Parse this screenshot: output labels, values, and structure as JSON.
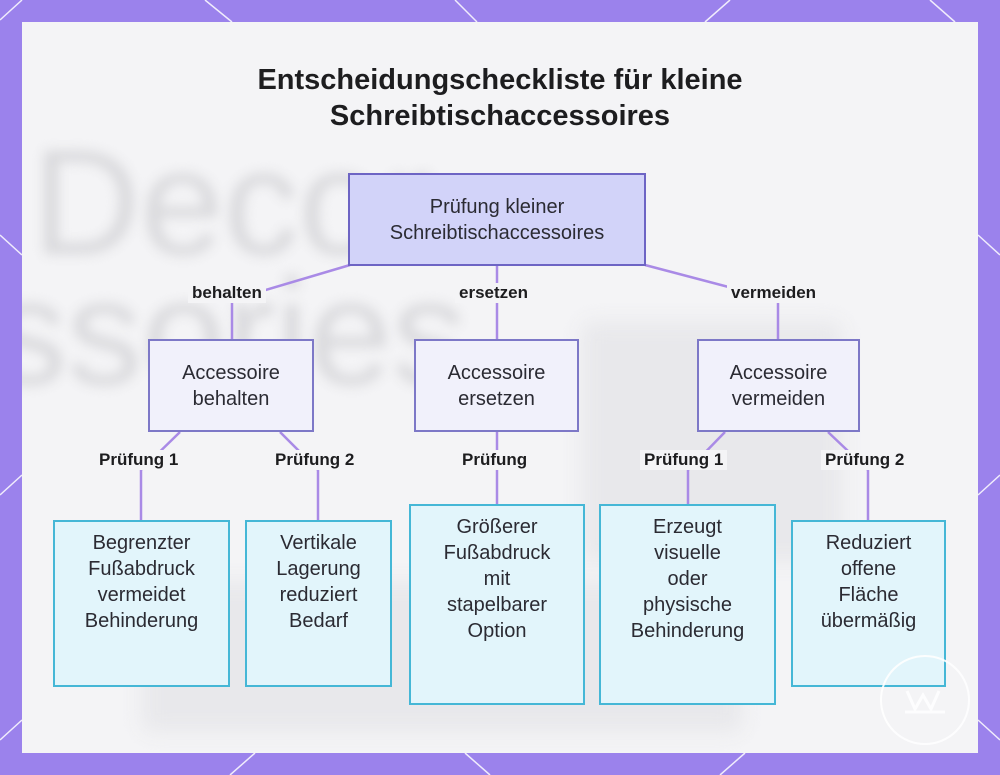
{
  "title_line1": "Entscheidungscheckliste für kleine",
  "title_line2": "Schreibtischaccessoires",
  "root": {
    "line1": "Prüfung kleiner",
    "line2": "Schreibtischaccessoires"
  },
  "branches": [
    {
      "edge_label": "behalten",
      "node": {
        "line1": "Accessoire",
        "line2": "behalten"
      },
      "children": [
        {
          "edge_label": "Prüfung 1",
          "lines": [
            "Begrenzter",
            "Fußabdruck",
            "vermeidet",
            "Behinderung"
          ]
        },
        {
          "edge_label": "Prüfung 2",
          "lines": [
            "Vertikale",
            "Lagerung",
            "reduziert",
            "Bedarf"
          ]
        }
      ]
    },
    {
      "edge_label": "ersetzen",
      "node": {
        "line1": "Accessoire",
        "line2": "ersetzen"
      },
      "children": [
        {
          "edge_label": "Prüfung",
          "lines": [
            "Größerer",
            "Fußabdruck",
            "mit",
            "stapelbarer",
            "Option"
          ]
        }
      ]
    },
    {
      "edge_label": "vermeiden",
      "node": {
        "line1": "Accessoire",
        "line2": "vermeiden"
      },
      "children": [
        {
          "edge_label": "Prüfung 1",
          "lines": [
            "Erzeugt",
            "visuelle",
            "oder",
            "physische",
            "Behinderung"
          ]
        },
        {
          "edge_label": "Prüfung 2",
          "lines": [
            "Reduziert",
            "offene",
            "Fläche",
            "übermäßig"
          ]
        }
      ]
    }
  ],
  "background_text": [
    "Decor",
    "ssories"
  ],
  "colors": {
    "frame": "#9b82ec",
    "root_fill": "#d2d3f9",
    "connector": "#a98ae6",
    "leaf_border": "#45b7d6"
  }
}
